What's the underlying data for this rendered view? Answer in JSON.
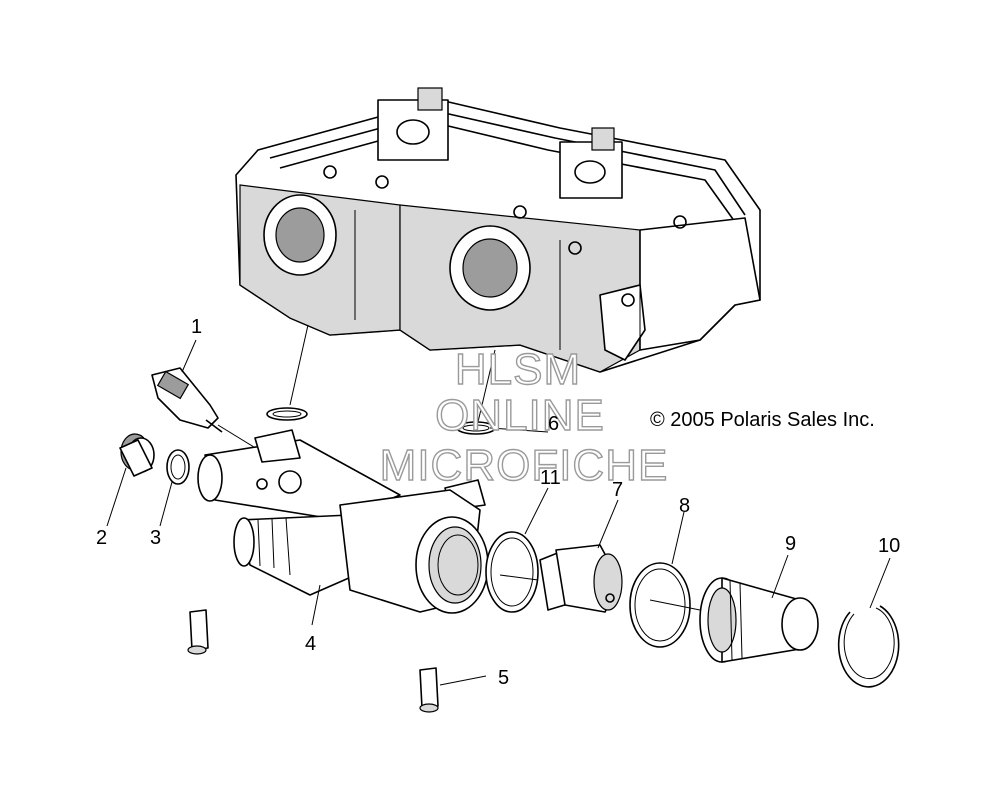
{
  "copyright": "© 2005 Polaris Sales Inc.",
  "watermark": {
    "line1": "HLSM",
    "line2": "ONLINE",
    "line3": "MICROFICHE"
  },
  "callouts": [
    {
      "id": "1",
      "label": "1"
    },
    {
      "id": "2",
      "label": "2"
    },
    {
      "id": "3",
      "label": "3"
    },
    {
      "id": "4",
      "label": "4"
    },
    {
      "id": "5",
      "label": "5"
    },
    {
      "id": "6",
      "label": "6"
    },
    {
      "id": "7",
      "label": "7"
    },
    {
      "id": "8",
      "label": "8"
    },
    {
      "id": "9",
      "label": "9"
    },
    {
      "id": "10",
      "label": "10"
    },
    {
      "id": "11",
      "label": "11"
    }
  ]
}
